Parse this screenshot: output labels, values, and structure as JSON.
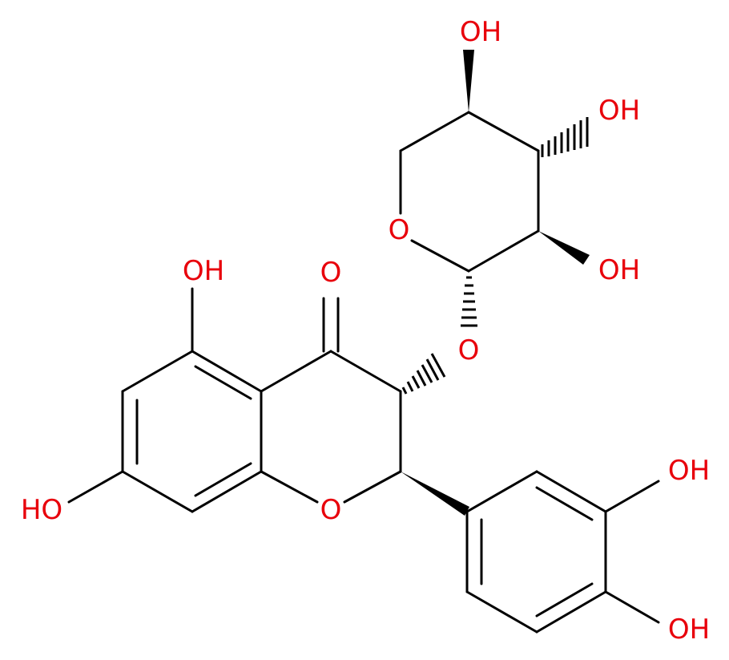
{
  "structure": {
    "atoms": {
      "o_sugar_top": "OH",
      "o_sugar_right_upper": "OH",
      "o_sugar_ring": "O",
      "o_sugar_right_lower": "OH",
      "o_glycosidic": "O",
      "o_carbonyl": "O",
      "o_5_hydroxy": "OH",
      "o_7_hydroxy": "HO",
      "o_pyran_ring": "O",
      "o_3prime_hydroxy": "OH",
      "o_4prime_hydroxy": "OH"
    },
    "colors": {
      "bond": "#000000",
      "oxygen": "#e8000b",
      "background": "#ffffff"
    }
  }
}
